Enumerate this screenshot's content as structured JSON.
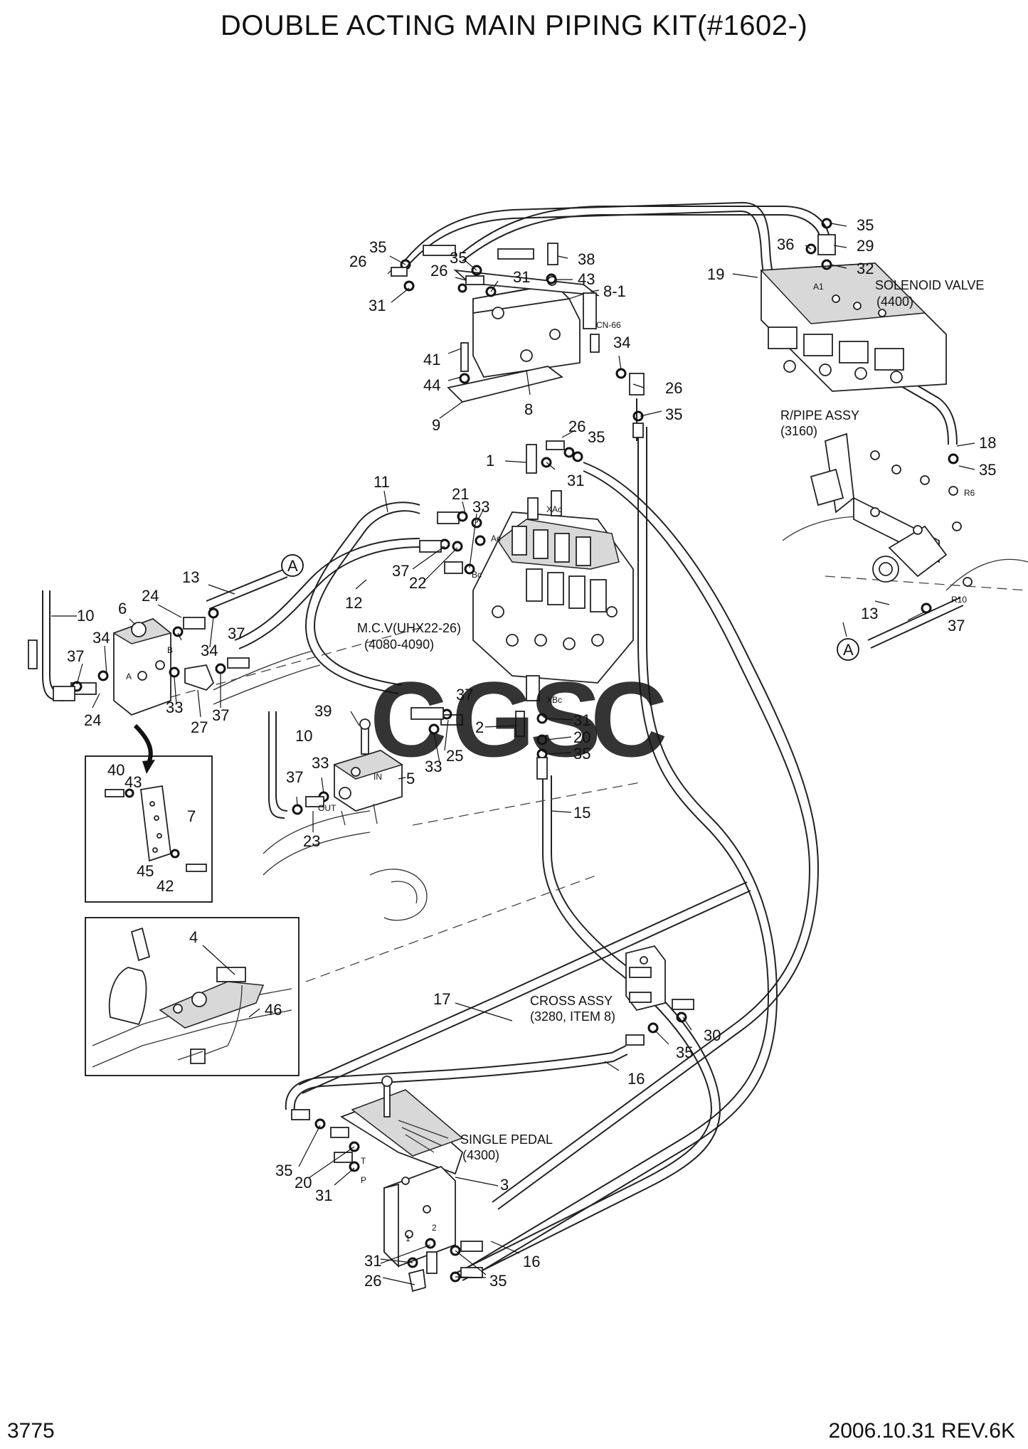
{
  "title": "DOUBLE ACTING MAIN PIPING KIT(#1602-)",
  "footer": {
    "page_number": "3775",
    "date_revision": "2006.10.31  REV.6K"
  },
  "notes": [
    {
      "text": "SOLENOID VALVE"
    },
    {
      "text": "(4400)"
    },
    {
      "text": "R/PIPE ASSY"
    },
    {
      "text": "(3160)"
    },
    {
      "text": "M.C.V(UHX22-26)"
    },
    {
      "text": "(4080-4090)"
    },
    {
      "text": "CROSS ASSY"
    },
    {
      "text": "(3280, ITEM 8)"
    },
    {
      "text": "SINGLE PEDAL"
    },
    {
      "text": "(4300)"
    }
  ],
  "port_labels": [
    "CN-66",
    "A1",
    "R6",
    "R10",
    "XAc",
    "XBc",
    "Ac",
    "Bc",
    "IN",
    "OUT",
    "A",
    "B",
    "T",
    "P",
    "1",
    "2"
  ],
  "callouts": [
    "35",
    "26",
    "35",
    "26",
    "31",
    "38",
    "43",
    "8-1",
    "31",
    "41",
    "44",
    "9",
    "8",
    "34",
    "26",
    "35",
    "19",
    "35",
    "36",
    "29",
    "32",
    "18",
    "35",
    "26",
    "35",
    "1",
    "31",
    "11",
    "21",
    "33",
    "37",
    "22",
    "12",
    "13",
    "A",
    "24",
    "6",
    "10",
    "34",
    "37",
    "37",
    "34",
    "24",
    "33",
    "27",
    "37",
    "37",
    "39",
    "25",
    "10",
    "33",
    "33",
    "37",
    "5",
    "23",
    "2",
    "31",
    "20",
    "35",
    "15",
    "40",
    "43",
    "7",
    "45",
    "42",
    "4",
    "46",
    "17",
    "30",
    "35",
    "16",
    "13",
    "37",
    "A",
    "35",
    "20",
    "31",
    "3",
    "31",
    "26",
    "35",
    "16"
  ],
  "watermark": {
    "letters": [
      "C",
      "G",
      "S",
      "C"
    ],
    "colors": [
      "#4f86ec",
      "#ee6f6c",
      "#f3c945",
      "#5fbf8c"
    ]
  }
}
